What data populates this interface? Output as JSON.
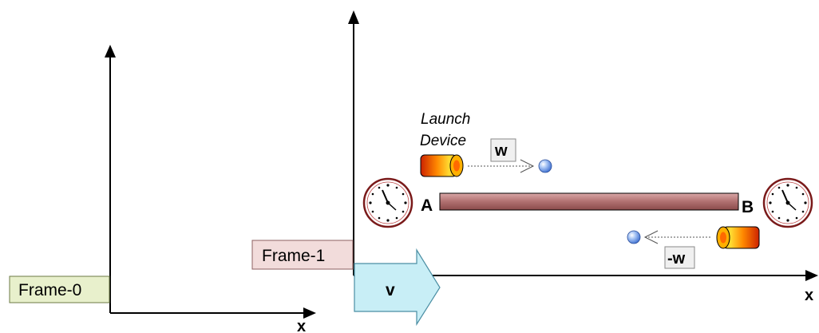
{
  "frames": {
    "frame0_label": "Frame-0",
    "frame0_axis": "x",
    "frame1_label": "Frame-1",
    "frame1_axis": "x",
    "velocity_label": "v"
  },
  "rod": {
    "end_a": "A",
    "end_b": "B"
  },
  "launch_device": {
    "label_line1": "Launch",
    "label_line2": "Device"
  },
  "velocities": {
    "w": "w",
    "minus_w": "-w"
  },
  "colors": {
    "frame0_box": "#e8f0cc",
    "frame1_box": "#f2dcdb",
    "velocity_arrow": "#c8eef6",
    "rod": "#c08484",
    "ball": "#6f9de8",
    "cannon_dark": "#cc2200",
    "cannon_light": "#ffdd33"
  },
  "icons": [
    "clock-icon",
    "cannon-icon",
    "ball-icon"
  ]
}
